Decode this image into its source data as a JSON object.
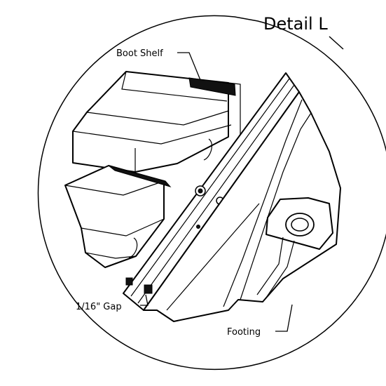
{
  "detail_title": "Detail L",
  "labels": {
    "boot_shelf": "Boot Shelf",
    "gap": "1/16\" Gap",
    "footing": "Footing"
  }
}
